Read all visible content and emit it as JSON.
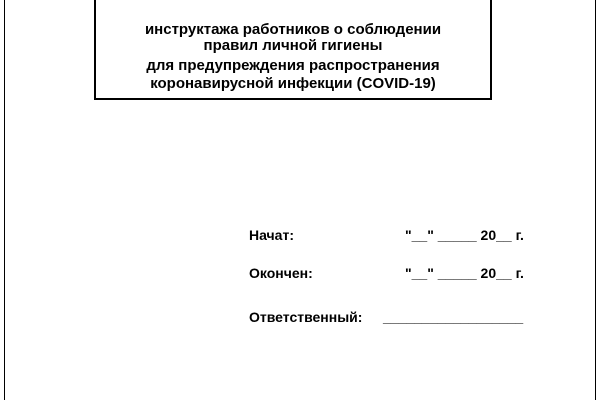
{
  "document": {
    "title_lines": [
      "инструктажа работников о соблюдении",
      "правил личной гигиены",
      "для предупреждения распространения",
      "коронавирусной инфекции (COVID-19)"
    ],
    "fields": {
      "start": {
        "label": "Начат:",
        "value": "\"__\" _____ 20__ г."
      },
      "end": {
        "label": "Окончен:",
        "value": "\"__\" _____ 20__ г."
      },
      "responsible": {
        "label": "Ответственный:",
        "value": "__________________"
      }
    }
  }
}
